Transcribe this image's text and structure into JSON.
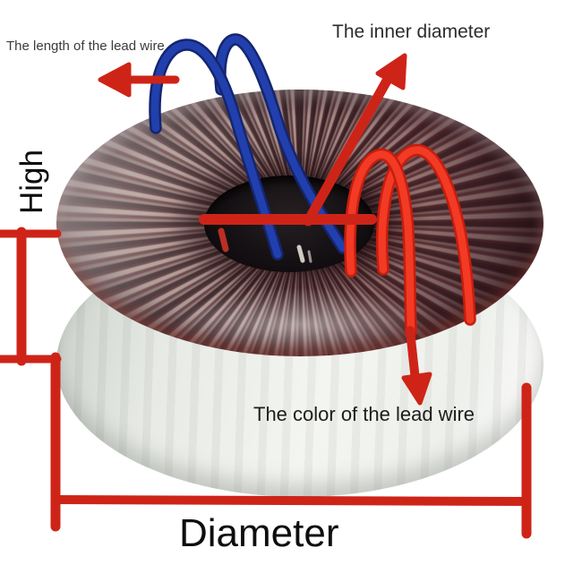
{
  "image": {
    "subject": "toroidal transformer with red and blue lead wires",
    "style": "annotated product photo"
  },
  "labels": {
    "lead_length": "The length of the lead wire",
    "inner_diameter": "The inner diameter",
    "high": "High",
    "lead_color": "The color of the lead wire",
    "diameter": "Diameter"
  },
  "colors": {
    "annotation_red": "#ce2418",
    "wire_red": "#f23a24",
    "wire_blue": "#2140ae",
    "text_dark": "#2e2e2e",
    "background": "#ffffff",
    "sidewall_white": "#eceee9",
    "winding_copper": "#5e3a40",
    "winding_silver": "#c0b3ad",
    "hole_dark": "#151013"
  }
}
